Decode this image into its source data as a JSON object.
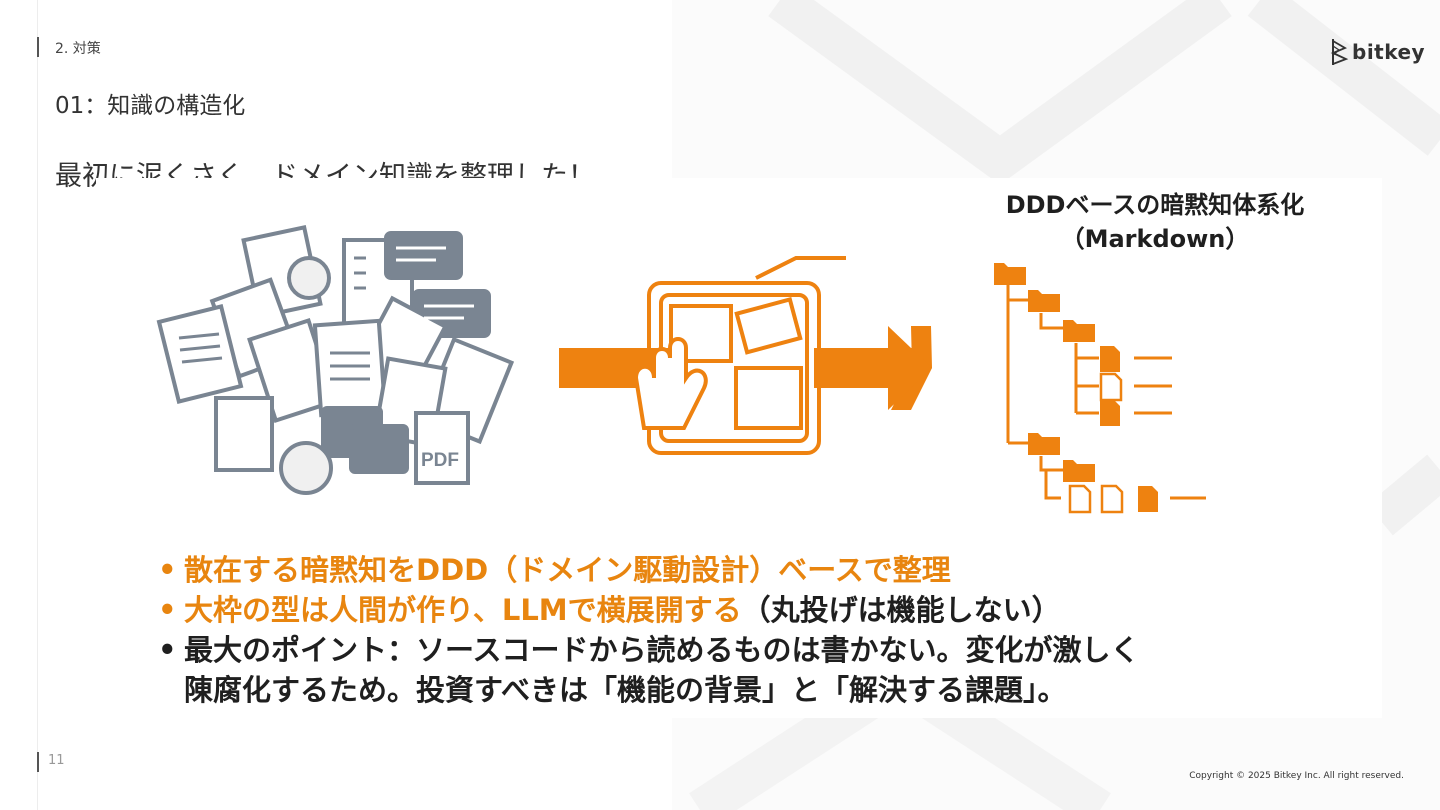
{
  "slide": {
    "section": "2. 対策",
    "subtitle": "01：知識の構造化",
    "heading": "最初に泥くさく、ドメイン知識を整理した！",
    "page_number": "11",
    "copyright": "Copyright © 2025 Bitkey Inc. All right reserved."
  },
  "logo": {
    "text": "bitkey"
  },
  "figure": {
    "title_line1": "DDDベースの暗黙知体系化",
    "title_line2": "（Markdown）",
    "pdf_label": "PDF",
    "bullets": [
      {
        "main": "散在する暗黙知をDDD（ドメイン駆動設計）ベースで整理",
        "extra": ""
      },
      {
        "main": "大枠の型は人間が作り、LLMで横展開する",
        "extra": "（丸投げは機能しない）"
      },
      {
        "main": "最大のポイント：ソースコードから読めるものは書かない。変化が激しく",
        "extra": ""
      }
    ],
    "bullet3_continuation": "陳腐化するため。投資すべきは「機能の背景」と「解決する課題」。"
  },
  "colors": {
    "accent": "#e8850f",
    "gray_icon": "#7a8592",
    "text": "#333333"
  }
}
